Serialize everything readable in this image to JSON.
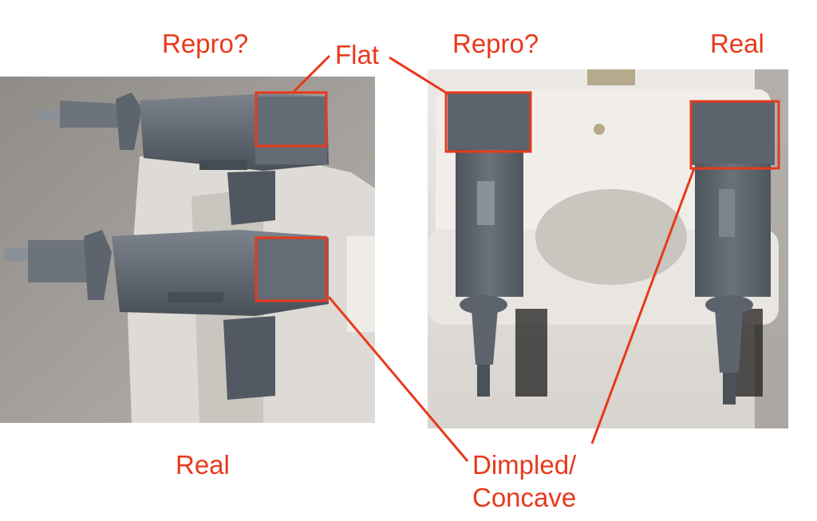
{
  "labels": {
    "repro_left": "Repro?",
    "flat": "Flat",
    "repro_right": "Repro?",
    "real_right": "Real",
    "real_left": "Real",
    "dimpled_line1": "Dimpled/",
    "dimpled_line2": "Concave"
  },
  "colors": {
    "annotation": "#e8391c",
    "plastic_gray": "#5d646d",
    "stand_white": "#e6e3df"
  }
}
